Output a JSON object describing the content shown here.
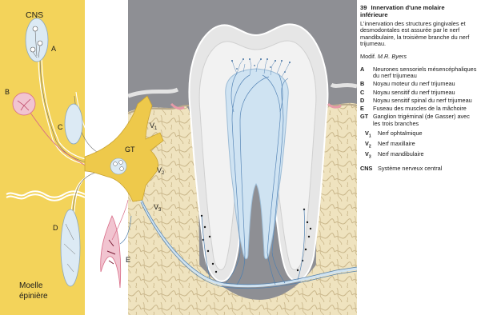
{
  "diagram": {
    "labels": {
      "cns": "CNS",
      "a": "A",
      "b": "B",
      "c": "C",
      "d": "D",
      "e": "E",
      "gt": "GT",
      "v1": "V",
      "v1_sub": "1",
      "v2": "V",
      "v2_sub": "2",
      "v3": "V",
      "v3_sub": "3",
      "spinal_cord_1": "Moelle",
      "spinal_cord_2": "épinière"
    }
  },
  "caption": {
    "number": "39",
    "title_line1": "Innervation d'une molaire",
    "title_line2": "inférieure",
    "intro": "L'innervation des structures gingivales et desmodontales est assurée par le nerf mandibulaire, la troisième branche du nerf trijumeau.",
    "modif_prefix": "Modif.",
    "modif_author": "M.R. Byers",
    "legend": [
      {
        "key": "A",
        "text": "Neurones sensoriels mésencéphaliques du nerf trijumeau"
      },
      {
        "key": "B",
        "text": "Noyau moteur du nerf trijumeau"
      },
      {
        "key": "C",
        "text": "Noyau sensitif du nerf trijumeau"
      },
      {
        "key": "D",
        "text": "Noyau sensitif spinal du nerf trijumeau"
      },
      {
        "key": "E",
        "text": "Fuseau des muscles de la mâchoire"
      },
      {
        "key": "GT",
        "text": "Ganglion trigéminal (de Gasser) avec les trois branches"
      }
    ],
    "nerves": [
      {
        "key": "V",
        "sub": "1",
        "text": "Nerf ophtalmique"
      },
      {
        "key": "V",
        "sub": "2",
        "text": "Nerf maxillaire"
      },
      {
        "key": "V",
        "sub": "3",
        "text": "Nerf mandibulaire"
      }
    ],
    "cns": {
      "key": "CNS",
      "text": "Système nerveux central"
    }
  },
  "colors": {
    "cns_yellow": "#f3d35a",
    "ganglion_yellow": "#eec94b",
    "nerve_blue": "#cfe3f2",
    "enamel_gray": "#c9c9c9",
    "background_gray": "#8e8f94",
    "bone_cream": "#f2e7c4",
    "motor_pink": "#e9a8b8"
  }
}
